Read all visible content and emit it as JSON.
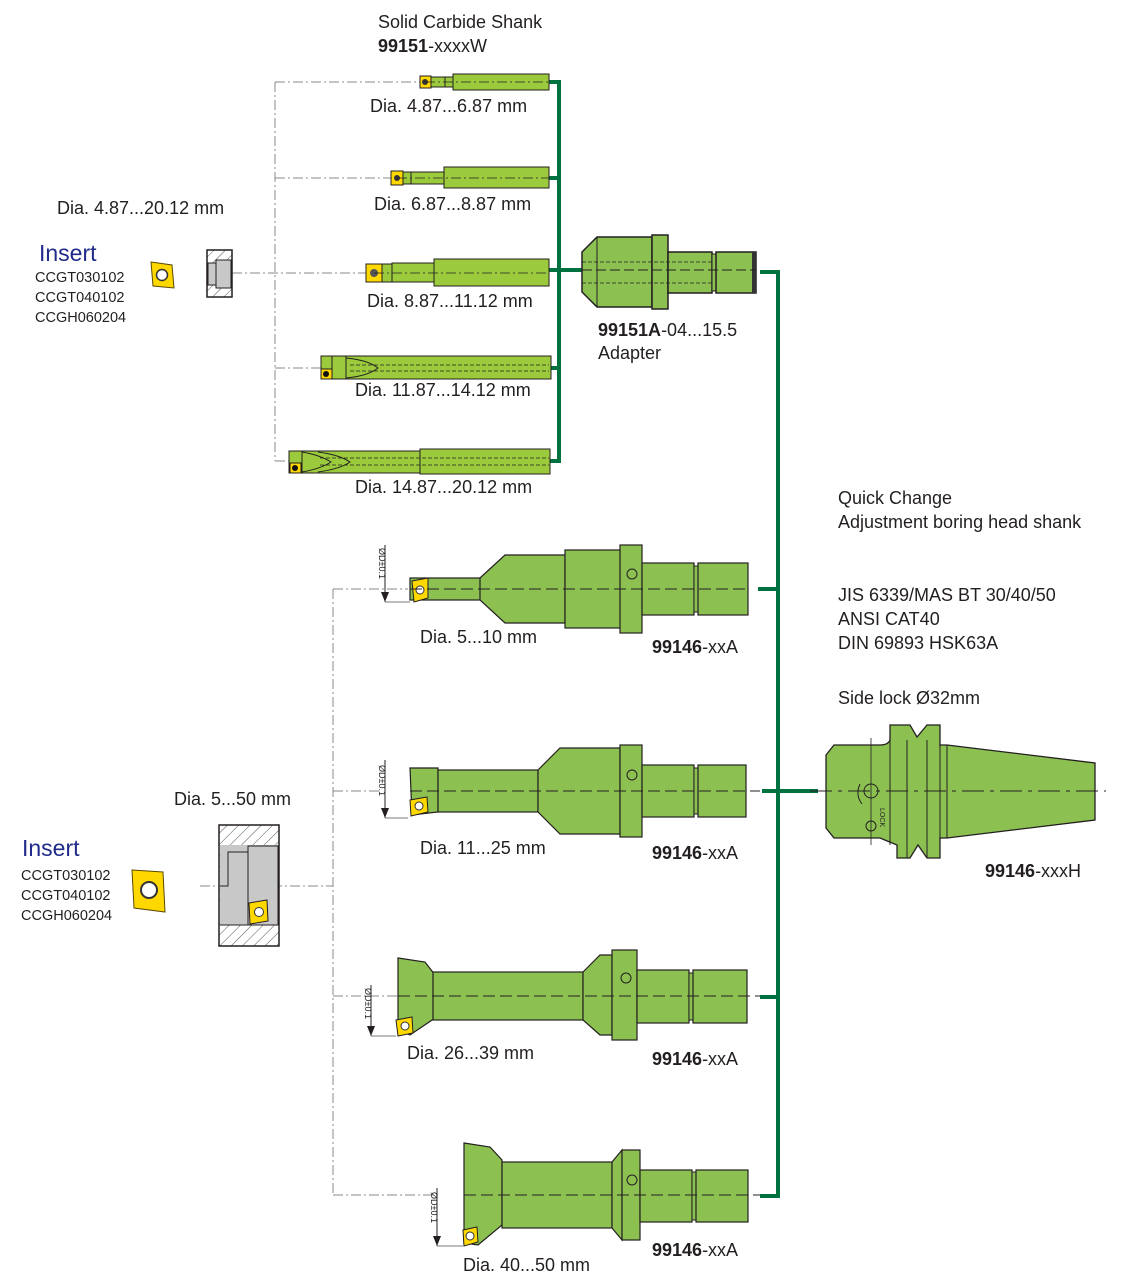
{
  "colors": {
    "tool_green": "#8cc152",
    "shank_green": "#9bcb3c",
    "connector_green": "#00723f",
    "insert_yellow": "#ffd800",
    "outline": "#231f20",
    "centerline": "#7a7a7a",
    "insert_title_blue": "#1f2a8a"
  },
  "top_section": {
    "title": "Solid Carbide Shank",
    "part_bold": "99151",
    "part_suffix": "-xxxxW",
    "range_label": "Dia. 4.87...20.12 mm",
    "insert": {
      "title": "Insert",
      "codes": [
        "CCGT030102",
        "CCGT040102",
        "CCGH060204"
      ]
    },
    "shanks": [
      {
        "label": "Dia. 4.87...6.87 mm"
      },
      {
        "label": "Dia. 6.87...8.87 mm"
      },
      {
        "label": "Dia. 8.87...11.12 mm"
      },
      {
        "label": "Dia. 11.87...14.12 mm"
      },
      {
        "label": "Dia. 14.87...20.12 mm"
      }
    ],
    "adapter": {
      "part_bold": "99151A",
      "part_suffix": "-04...15.5",
      "name": "Adapter"
    }
  },
  "bottom_section": {
    "range_label": "Dia. 5...50 mm",
    "insert": {
      "title": "Insert",
      "codes": [
        "CCGT030102",
        "CCGT040102",
        "CCGH060204"
      ]
    },
    "heads": [
      {
        "label": "Dia. 5...10 mm",
        "part_bold": "99146",
        "part_suffix": "-xxA",
        "dim": "ØD±0.1"
      },
      {
        "label": "Dia. 11...25 mm",
        "part_bold": "99146",
        "part_suffix": "-xxA",
        "dim": "ØD±0.1"
      },
      {
        "label": "Dia. 26...39 mm",
        "part_bold": "99146",
        "part_suffix": "-xxA",
        "dim": "ØD±0.1"
      },
      {
        "label": "Dia. 40...50 mm",
        "part_bold": "99146",
        "part_suffix": "-xxA",
        "dim": "ØD±0.1"
      }
    ]
  },
  "holder": {
    "title_line1": "Quick Change",
    "title_line2": "Adjustment boring head shank",
    "standards": [
      "JIS 6339/MAS BT 30/40/50",
      "ANSI CAT40",
      "DIN 69893 HSK63A"
    ],
    "side_lock": "Side lock Ø32mm",
    "lock_text": "LOCK",
    "part_bold": "99146",
    "part_suffix": "-xxxH"
  }
}
